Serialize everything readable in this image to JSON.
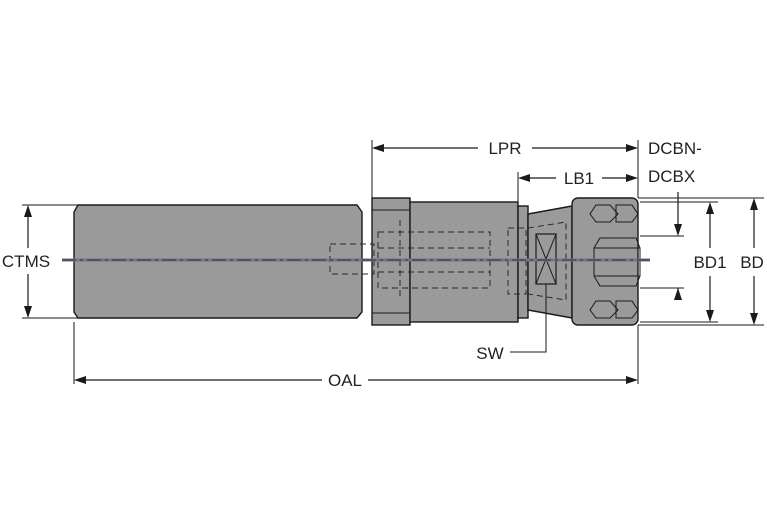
{
  "labels": {
    "lpr": "LPR",
    "lb1": "LB1",
    "dcbn": "DCBN-",
    "dcbx": "DCBX",
    "ctms": "CTMS",
    "bd1": "BD1",
    "bd": "BD",
    "sw": "SW",
    "oal": "OAL"
  },
  "colors": {
    "body": "#9a9a9a",
    "lines": "#1a1a1a",
    "axis": "#7a7090"
  }
}
